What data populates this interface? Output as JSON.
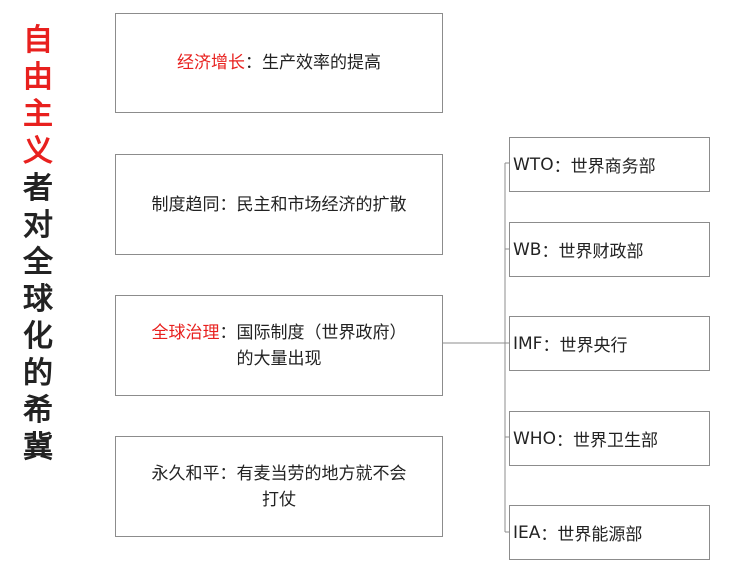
{
  "title_chars": [
    "自",
    "由",
    "主",
    "义",
    "者",
    "对",
    "全",
    "球",
    "化",
    "的",
    "希",
    "冀"
  ],
  "colors": {
    "accent_red": "#e8201e",
    "text": "#222222",
    "border": "#8c8c8c"
  },
  "left_boxes": [
    {
      "red_part": "经济增长",
      "black_part": "：生产效率的提高"
    },
    {
      "red_part": "",
      "black_part": "制度趋同：民主和市场经济的扩散"
    },
    {
      "red_part": "全球治理",
      "black_part": "：国际制度（世界政府）",
      "line2": "的大量出现"
    },
    {
      "red_part": "",
      "black_part": "永久和平：有麦当劳的地方就不会",
      "line2": "打仗"
    }
  ],
  "right_boxes": [
    {
      "code": "WTO",
      "label": "：世界商务部"
    },
    {
      "code": "WB",
      "label": "：世界财政部"
    },
    {
      "code": "IMF",
      "label": "：世界央行"
    },
    {
      "code": "WHO",
      "label": "：世界卫生部"
    },
    {
      "code": "IEA",
      "label": "：世界能源部"
    }
  ]
}
